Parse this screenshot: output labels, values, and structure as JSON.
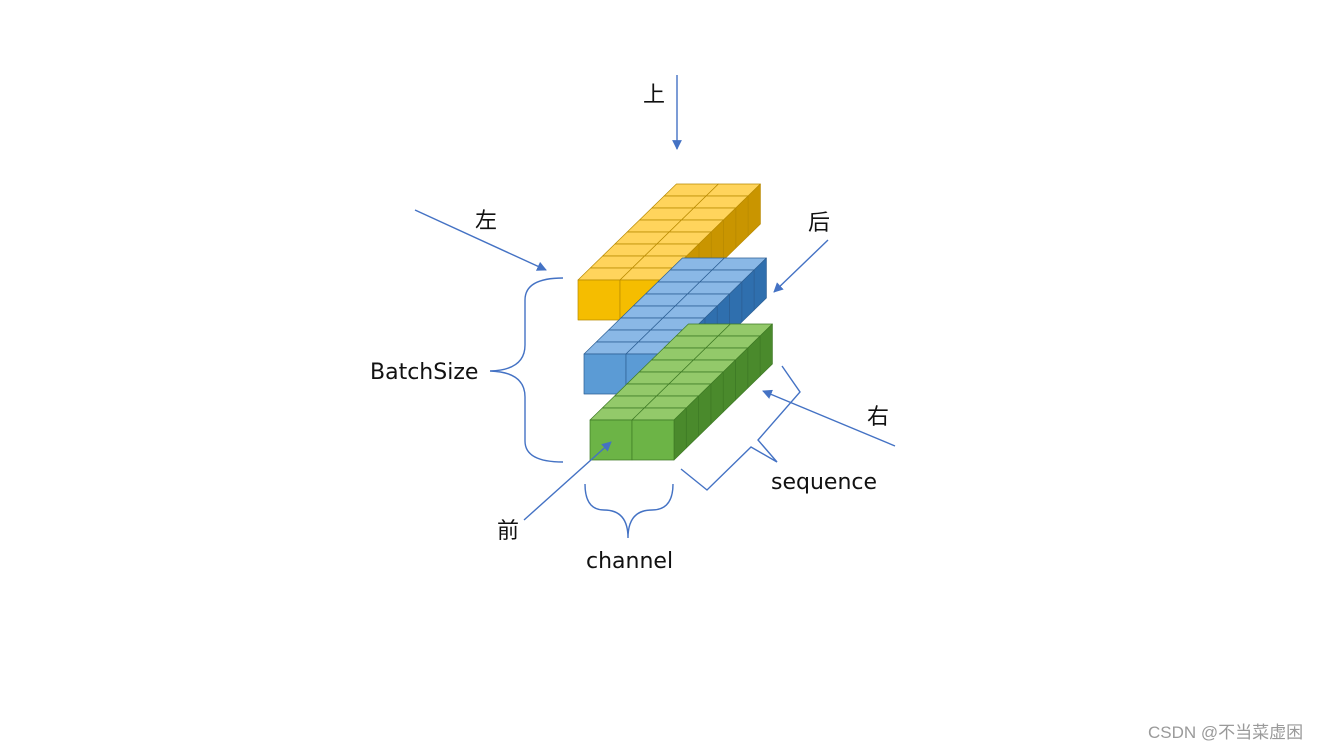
{
  "labels": {
    "top": "上",
    "left": "左",
    "back": "后",
    "right": "右",
    "front": "前",
    "batch": "BatchSize",
    "sequence": "sequence",
    "channel": "channel"
  },
  "layers": [
    {
      "name": "yellow",
      "top": "#ffd45c",
      "front": "#f5bd00",
      "side": "#c99500",
      "stroke": "#b98a00"
    },
    {
      "name": "blue",
      "top": "#8ab8e6",
      "front": "#5b9bd5",
      "side": "#2f6fae",
      "stroke": "#2c5f94"
    },
    {
      "name": "green",
      "top": "#93c96a",
      "front": "#6cb446",
      "side": "#4a8a2c",
      "stroke": "#3e7a25"
    }
  ],
  "grid": {
    "channels": 2,
    "sequence": 8
  },
  "watermark": "CSDN @不当菜虚困"
}
